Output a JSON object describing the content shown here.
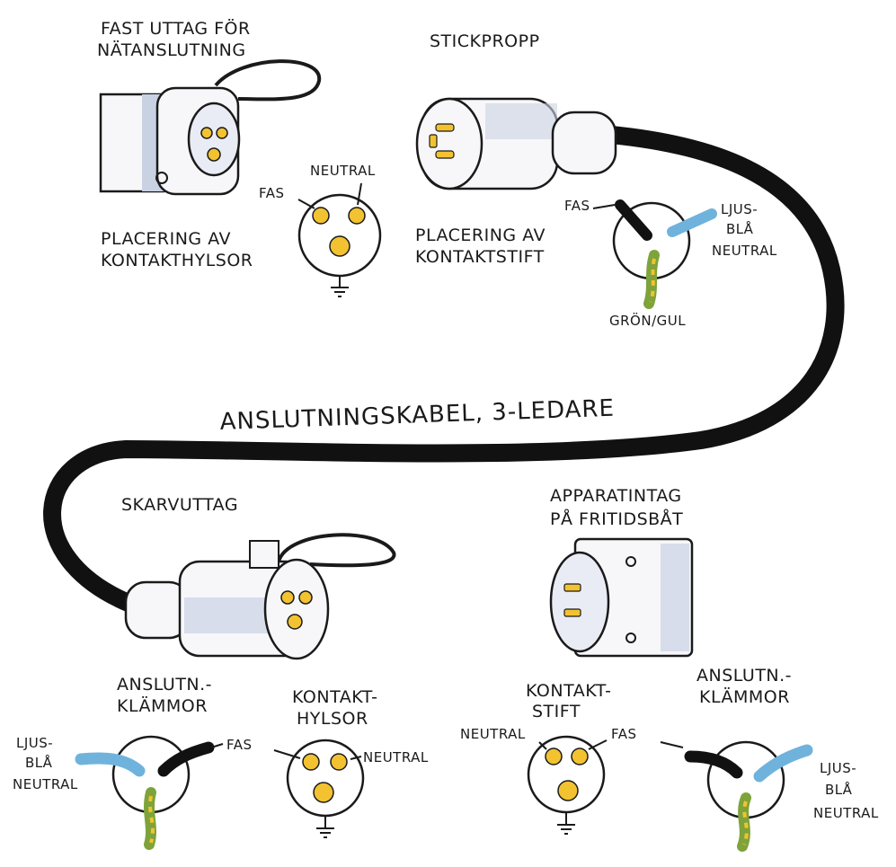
{
  "colors": {
    "cable": "#111111",
    "pin_yellow": "#f2c230",
    "light_blue": "#6fb3dd",
    "green_yellow": "#7da33a",
    "body_white": "#f7f7fa",
    "body_shade": "#c9d2e3",
    "outline": "#1a1a1a"
  },
  "top_left": {
    "title_line1": "FAST UTTAG FÖR",
    "title_line2": "NÄTANSLUTNING",
    "fas": "FAS",
    "neutral": "NEUTRAL",
    "placement_line1": "PLACERING AV",
    "placement_line2": "KONTAKTHYLSOR"
  },
  "top_right": {
    "title": "STICKPROPP",
    "fas": "FAS",
    "ljus": "LJUS-",
    "bla": "BLÅ",
    "neutral": "NEUTRAL",
    "placement_line1": "PLACERING AV",
    "placement_line2": "KONTAKTSTIFT",
    "gron_gul": "GRÖN/GUL"
  },
  "cable": {
    "label": "ANSLUTNINGSKABEL, 3-LEDARE"
  },
  "bottom_left": {
    "title": "SKARVUTTAG",
    "klammor_line1": "ANSLUTN.-",
    "klammor_line2": "KLÄMMOR",
    "hylsor_line1": "KONTAKT-",
    "hylsor_line2": "HYLSOR",
    "ljus": "LJUS-",
    "bla": "BLÅ",
    "neutral_left": "NEUTRAL",
    "fas": "FAS",
    "neutral_right": "NEUTRAL"
  },
  "bottom_right": {
    "title_line1": "APPARATINTAG",
    "title_line2": "PÅ FRITIDSBÅT",
    "stift_line1": "KONTAKT-",
    "stift_line2": "STIFT",
    "klammor_line1": "ANSLUTN.-",
    "klammor_line2": "KLÄMMOR",
    "neutral": "NEUTRAL",
    "fas": "FAS",
    "ljus": "LJUS-",
    "bla": "BLÅ",
    "neutral_right": "NEUTRAL"
  }
}
